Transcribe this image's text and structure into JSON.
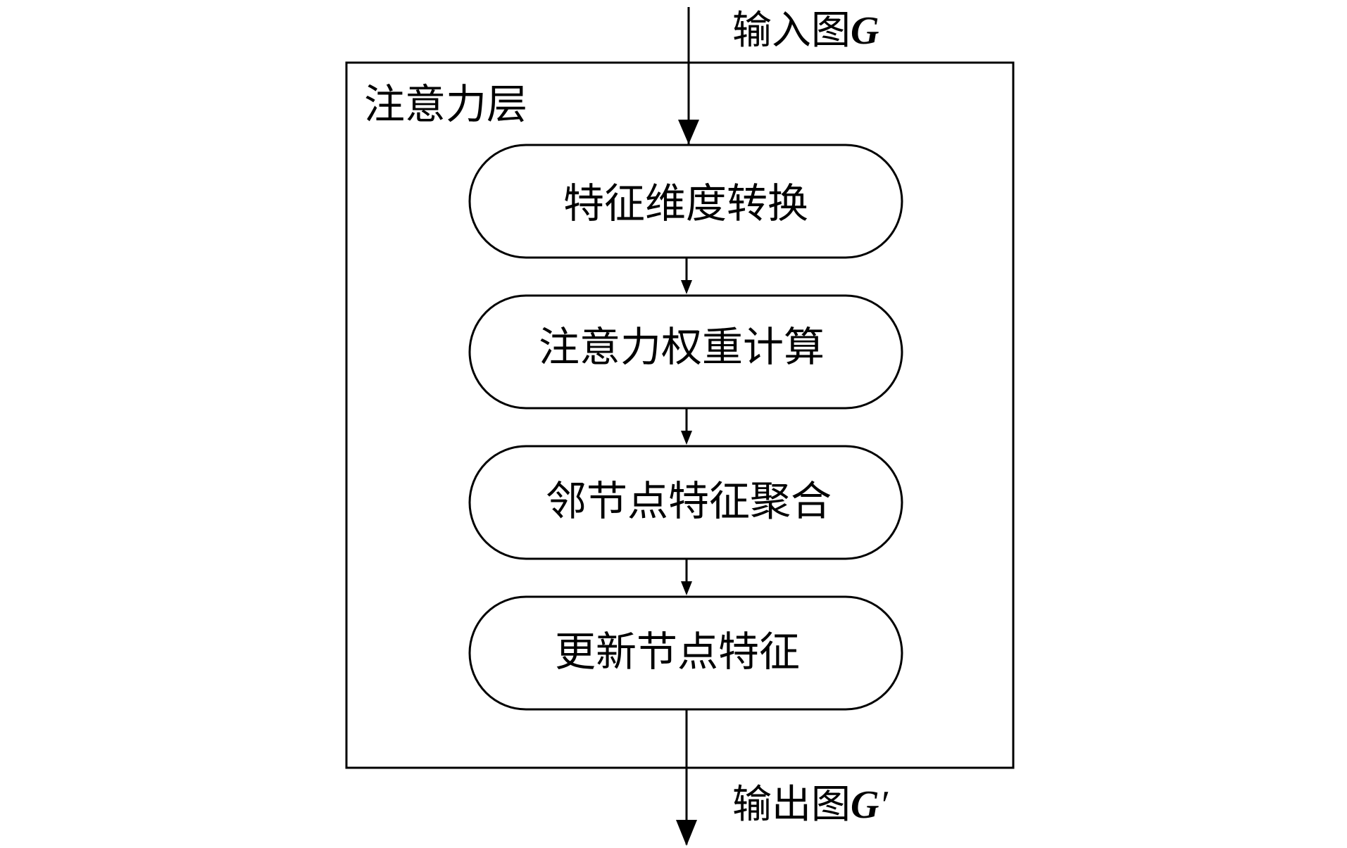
{
  "diagram": {
    "input": {
      "label": "输入图",
      "var": "G"
    },
    "output": {
      "label": "输出图",
      "var": "G",
      "prime": "′"
    },
    "container": {
      "label": "注意力层"
    },
    "steps": [
      {
        "label": "特征维度转换"
      },
      {
        "label": "注意力权重计算"
      },
      {
        "label": "邻节点特征聚合"
      },
      {
        "label": "更新节点特征"
      }
    ]
  }
}
